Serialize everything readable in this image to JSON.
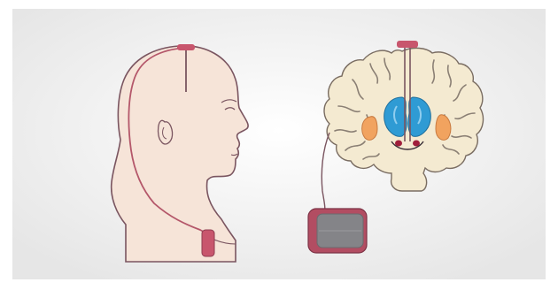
{
  "colors": {
    "background_center": "#ffffff",
    "background_edge": "#e6e6e6",
    "skin": "#f6e4d8",
    "outline": "#7a5560",
    "lead_wire": "#b4576a",
    "lead_cap": "#c8566d",
    "brain_tissue": "#f4ead1",
    "brain_folds": "#8a7f74",
    "ventricle_blue": "#2f9bd4",
    "putamen_orange": "#f1a35f",
    "target_nucleus": "#a01e3b",
    "stimulator_body": "#b24d62",
    "stimulator_face": "#848488"
  },
  "figure": {
    "panels": [
      "head-profile-with-implant",
      "coronal-brain-section-with-stimulator"
    ],
    "implant_parts": [
      "electrode-lead",
      "burr-hole-cap",
      "extension-wire",
      "pulse-generator"
    ]
  }
}
